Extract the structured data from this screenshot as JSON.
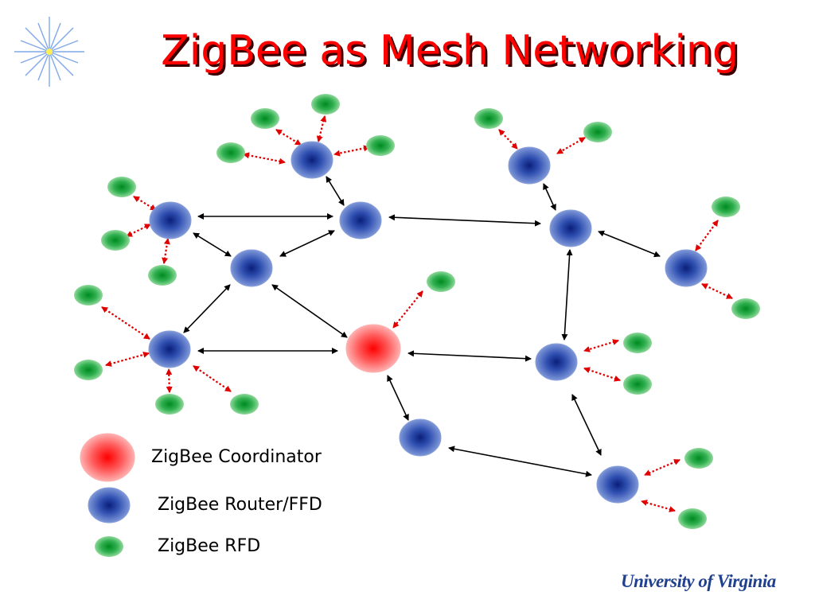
{
  "slide": {
    "title": "ZigBee as Mesh Networking",
    "logo_text": "University of Virginia"
  },
  "legend": {
    "coordinator": "ZigBee Coordinator",
    "router": "ZigBee Router/FFD",
    "rfd": "ZigBee RFD"
  },
  "colors": {
    "coordinator": "#ff4040",
    "router": "#3050b0",
    "rfd": "#20a040",
    "mesh_link": "#000000",
    "rfd_link": "#e00000",
    "title": "#ff0000"
  },
  "icons": {
    "decoration": "starburst-icon"
  }
}
